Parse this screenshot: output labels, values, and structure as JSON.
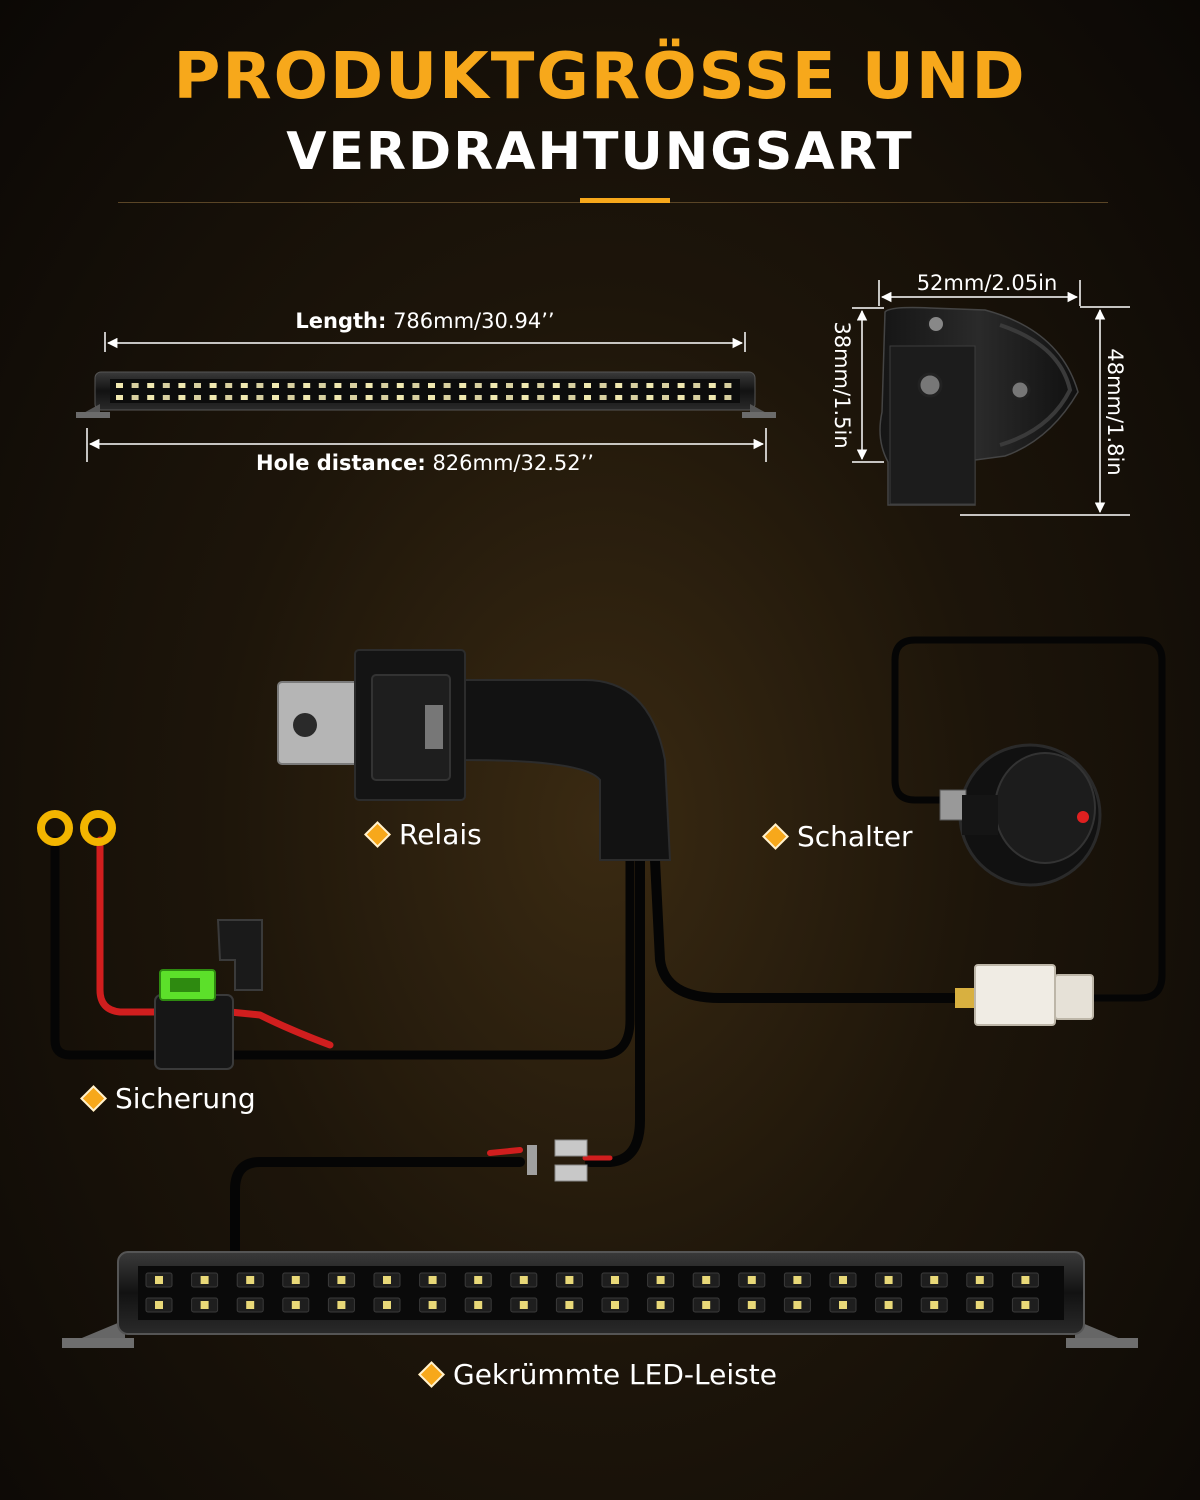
{
  "header": {
    "title_line1": "PRODUKTGRÖSSE UND",
    "title_line2": "VERDRAHTUNGSART"
  },
  "dimensions": {
    "length_label": "Length:",
    "length_value": "786mm/30.94’’",
    "hole_label": "Hole distance:",
    "hole_value": "826mm/32.52’’",
    "width": "52mm/2.05in",
    "height_small": "38mm/1.5in",
    "height_large": "48mm/1.8in"
  },
  "components": {
    "relay": "Relais",
    "switch": "Schalter",
    "fuse": "Sicherung",
    "led_bar": "Gekrümmte LED-Leiste"
  },
  "colors": {
    "accent": "#f7a81b",
    "wire_red": "#d01e1e",
    "fuse_green": "#5ce02a",
    "switch_indicator": "#e02020"
  }
}
